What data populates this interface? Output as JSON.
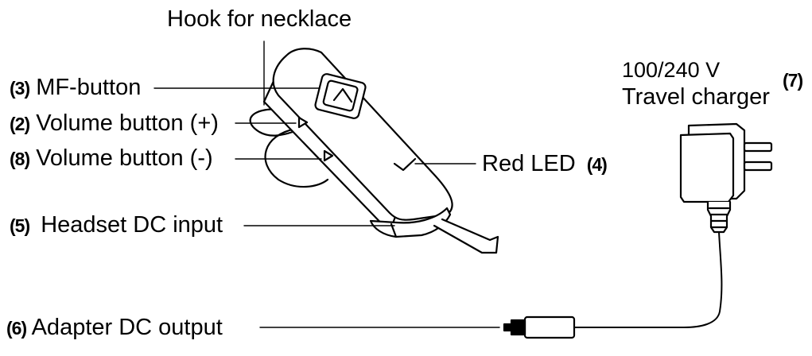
{
  "labels": {
    "hook": "Hook for necklace",
    "mf_num": "(3)",
    "mf": "MF-button",
    "volup_num": "(2)",
    "volup": "Volume button (+)",
    "voldown_num": "(8)",
    "voldown": "Volume button (-)",
    "dc_in_num": "(5)",
    "dc_in": "Headset DC input",
    "dc_out_num": "(6)",
    "dc_out": "Adapter DC output",
    "led": "Red LED",
    "led_num": "(4)",
    "voltage": "100/240 V",
    "charger": "Travel charger",
    "charger_num": "(7)"
  }
}
